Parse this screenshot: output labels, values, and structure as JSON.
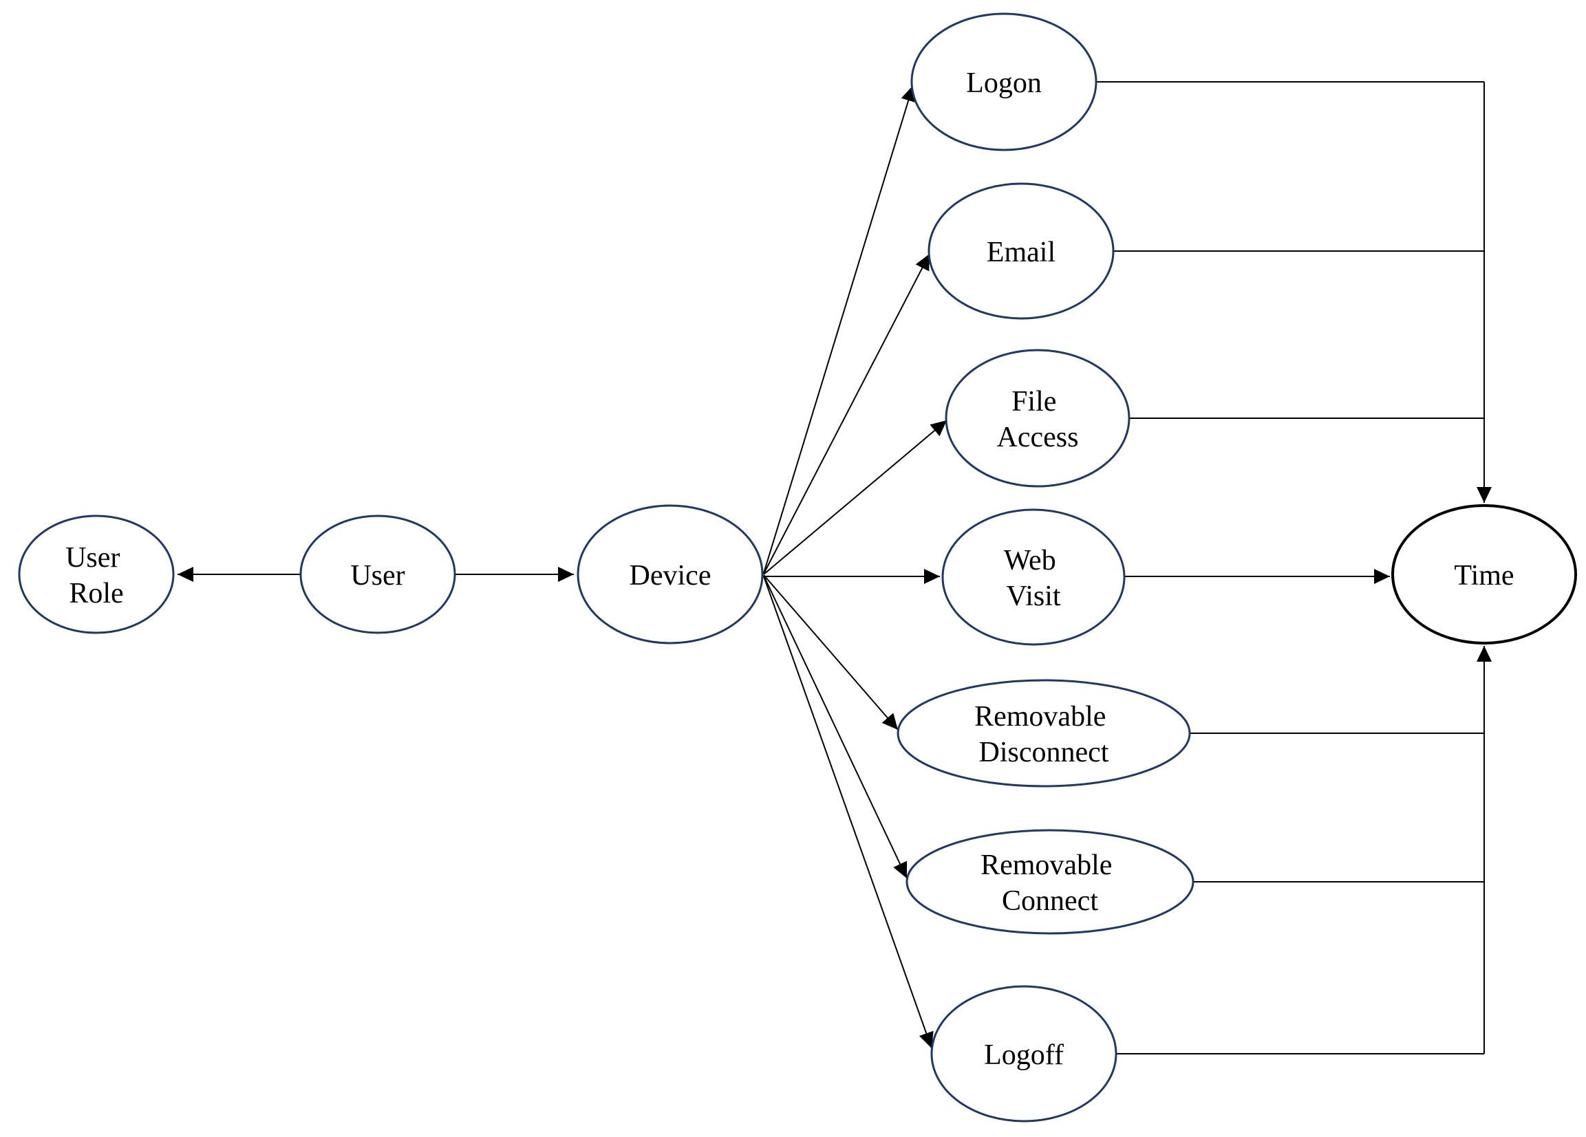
{
  "diagram": {
    "background": "#ffffff",
    "colors": {
      "node_stroke": "#1f3864",
      "time_node_stroke": "#000000",
      "edge": "#000000",
      "text": "#000000"
    },
    "nodes": [
      {
        "id": "user-role",
        "lines": [
          "User",
          "Role"
        ]
      },
      {
        "id": "user",
        "lines": [
          "User"
        ]
      },
      {
        "id": "device",
        "lines": [
          "Device"
        ]
      },
      {
        "id": "logon",
        "lines": [
          "Logon"
        ]
      },
      {
        "id": "email",
        "lines": [
          "Email"
        ]
      },
      {
        "id": "file-access",
        "lines": [
          "File",
          "Access"
        ]
      },
      {
        "id": "web-visit",
        "lines": [
          "Web",
          "Visit"
        ]
      },
      {
        "id": "removable-disconnect",
        "lines": [
          "Removable",
          "Disconnect"
        ]
      },
      {
        "id": "removable-connect",
        "lines": [
          "Removable",
          "Connect"
        ]
      },
      {
        "id": "logoff",
        "lines": [
          "Logoff"
        ]
      },
      {
        "id": "time",
        "lines": [
          "Time"
        ]
      }
    ],
    "edges": [
      {
        "from": "user",
        "to": "user-role",
        "arrow": "to"
      },
      {
        "from": "user",
        "to": "device",
        "arrow": "to"
      },
      {
        "from": "device",
        "to": "logon",
        "arrow": "to"
      },
      {
        "from": "device",
        "to": "email",
        "arrow": "to"
      },
      {
        "from": "device",
        "to": "file-access",
        "arrow": "to"
      },
      {
        "from": "device",
        "to": "web-visit",
        "arrow": "to"
      },
      {
        "from": "device",
        "to": "removable-disconnect",
        "arrow": "to"
      },
      {
        "from": "device",
        "to": "removable-connect",
        "arrow": "to"
      },
      {
        "from": "device",
        "to": "logoff",
        "arrow": "to"
      },
      {
        "from": "logon",
        "to": "time",
        "arrow": "to"
      },
      {
        "from": "email",
        "to": "time",
        "arrow": "to"
      },
      {
        "from": "file-access",
        "to": "time",
        "arrow": "to"
      },
      {
        "from": "web-visit",
        "to": "time",
        "arrow": "to"
      },
      {
        "from": "removable-disconnect",
        "to": "time",
        "arrow": "to"
      },
      {
        "from": "removable-connect",
        "to": "time",
        "arrow": "to"
      },
      {
        "from": "logoff",
        "to": "time",
        "arrow": "to"
      }
    ]
  }
}
